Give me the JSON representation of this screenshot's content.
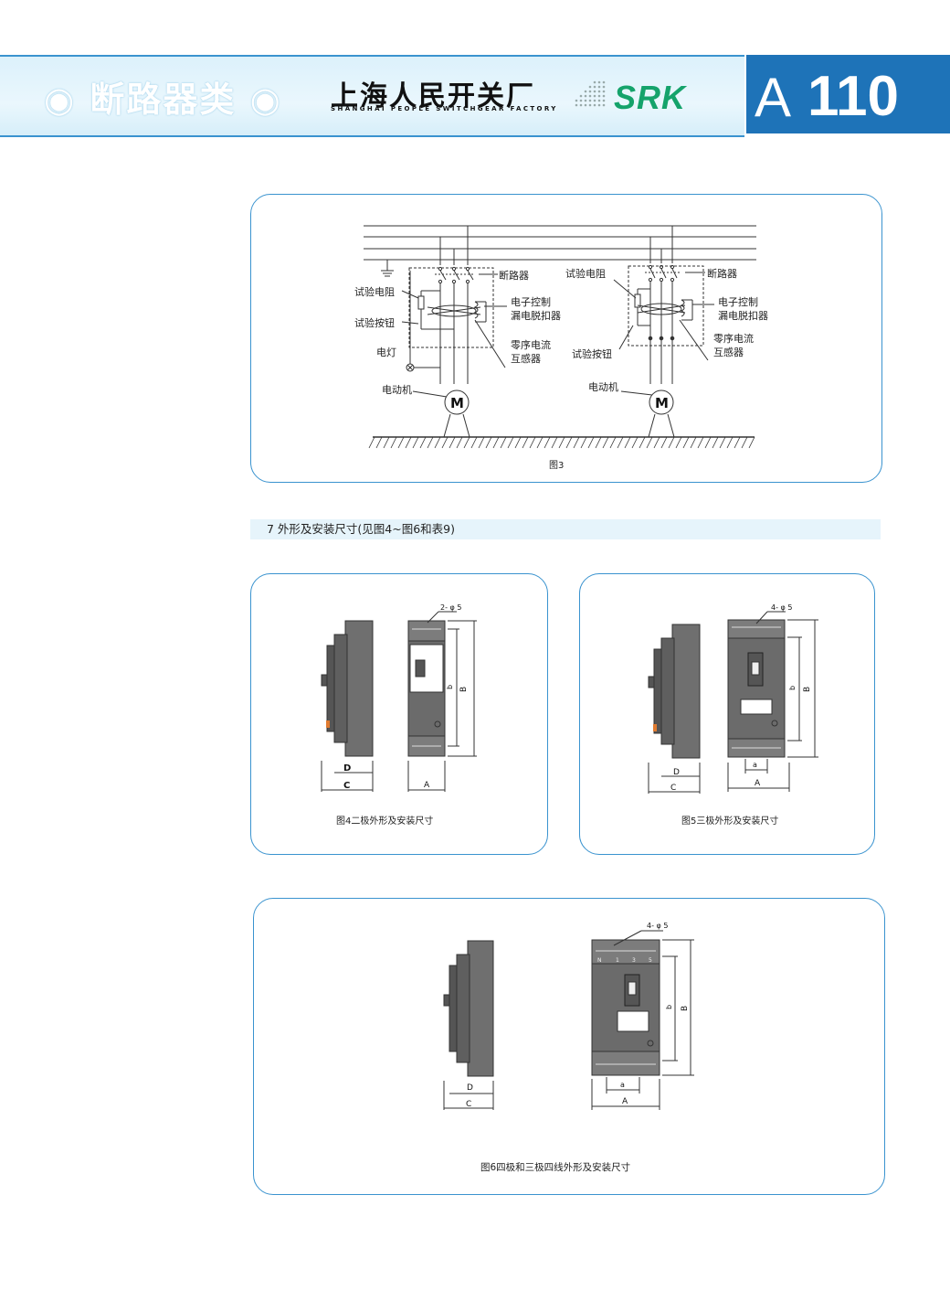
{
  "header": {
    "category": "◉ 断路器类 ◉",
    "company_cn": "上海人民开关厂",
    "company_en": "SHANGHAI PEOPLE SWITCHGEAR FACTORY",
    "brand": "SRK",
    "page_letter": "A",
    "page_number": "110"
  },
  "figure3": {
    "caption": "图3",
    "left": {
      "breaker": "断路器",
      "test_resistor": "试验电阻",
      "trip": [
        "电子控制",
        "漏电脱扣器"
      ],
      "test_button": "试验按钮",
      "lamp": "电灯",
      "ct": [
        "零序电流",
        "互感器"
      ],
      "motor": "电动机"
    },
    "right": {
      "test_resistor": "试验电阻",
      "breaker": "断路器",
      "trip": [
        "电子控制",
        "漏电脱扣器"
      ],
      "ct": [
        "零序电流",
        "互感器"
      ],
      "test_button": "试验按钮",
      "motor": "电动机"
    },
    "motor_symbol": "M"
  },
  "section7": {
    "title": "7  外形及安装尺寸(见图4~图6和表9)"
  },
  "figure4": {
    "caption": "图4二极外形及安装尺寸",
    "holes": "2- φ 5",
    "dims": {
      "D": "D",
      "C": "C",
      "A": "A",
      "B": "B",
      "b": "b"
    }
  },
  "figure5": {
    "caption": "图5三极外形及安装尺寸",
    "holes": "4- φ 5",
    "dims": {
      "D": "D",
      "C": "C",
      "A": "A",
      "a": "a",
      "B": "B",
      "b": "b"
    }
  },
  "figure6": {
    "caption": "图6四极和三极四线外形及安装尺寸",
    "holes": "4- φ 5",
    "dims": {
      "D": "D",
      "C": "C",
      "A": "A",
      "a": "a",
      "B": "B",
      "b": "b"
    },
    "terminal_labels": [
      "N",
      "1",
      "3",
      "5"
    ]
  },
  "colors": {
    "accent": "#3a93cf",
    "header_box": "#1e73b8",
    "brand": "#15a36b"
  }
}
